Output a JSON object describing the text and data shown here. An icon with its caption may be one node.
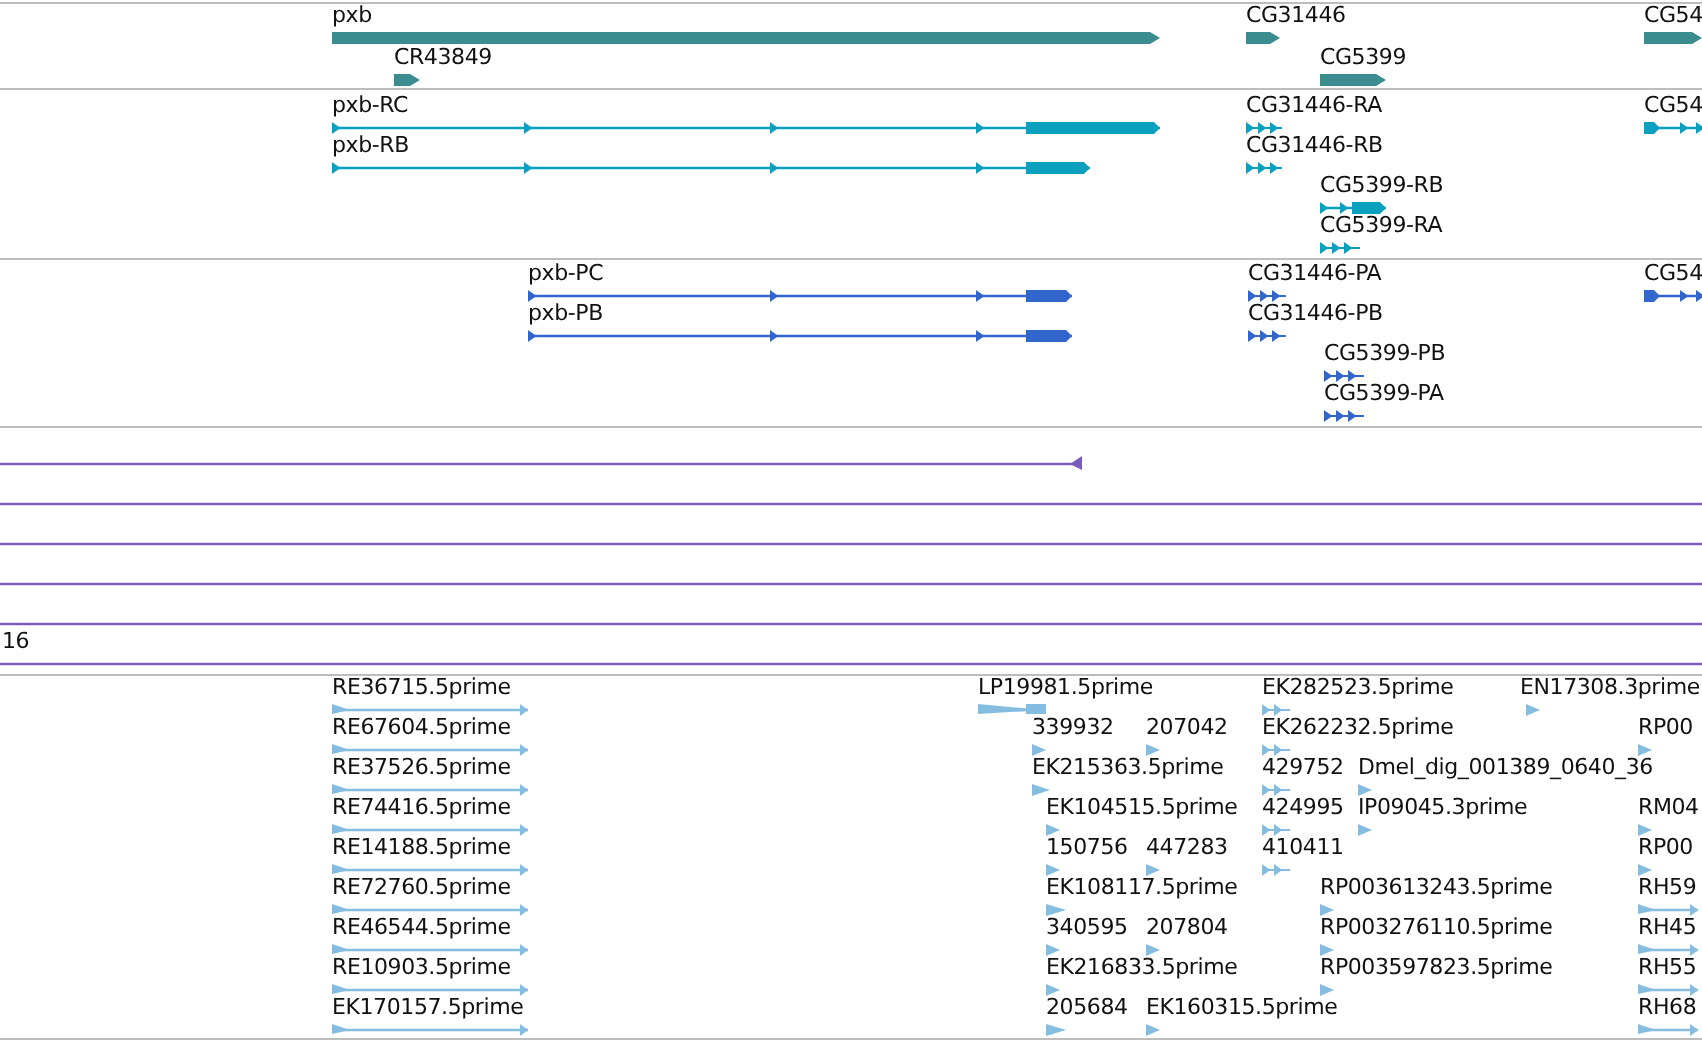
{
  "diagram": {
    "labels": [
      "pxb",
      "CG31446",
      "CG54",
      "CR43849",
      "CG5399",
      "pxb-RC",
      "CG31446-RA",
      "CG54",
      "pxb-RB",
      "CG31446-RB",
      "CG5399-RB",
      "CG5399-RA",
      "pxb-PC",
      "CG31446-PA",
      "CG54",
      "pxb-PB",
      "CG31446-PB",
      "CG5399-PB",
      "CG5399-PA",
      "16",
      "RE36715.5prime",
      "LP19981.5prime",
      "EK282523.5prime",
      "EN17308.3prime",
      "RE67604.5prime",
      "339932",
      "207042",
      "EK262232.5prime",
      "RP00",
      "RE37526.5prime",
      "EK215363.5prime",
      "429752",
      "Dmel_dig_001389_0640_36",
      "RE74416.5prime",
      "EK104515.5prime",
      "424995",
      "IP09045.3prime",
      "RM04",
      "RE14188.5prime",
      "150756",
      "447283",
      "410411",
      "RP00",
      "RE72760.5prime",
      "EK108117.5prime",
      "RP003613243.5prime",
      "RH59",
      "RE46544.5prime",
      "340595",
      "207804",
      "RP003276110.5prime",
      "RH45",
      "RE10903.5prime",
      "EK216833.5prime",
      "RP003597823.5prime",
      "RH55",
      "EK170157.5prime",
      "205684",
      "EK160315.5prime",
      "RH68"
    ]
  }
}
